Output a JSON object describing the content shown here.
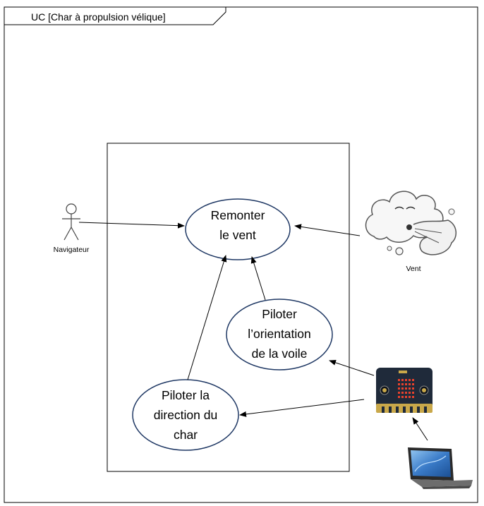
{
  "frame": {
    "title": "UC [Char à propulsion vélique]"
  },
  "use_cases": {
    "remonter": {
      "lines": [
        "Remonter",
        "le vent"
      ]
    },
    "voile": {
      "lines": [
        "Piloter",
        "l’orientation",
        "de la voile"
      ]
    },
    "direction": {
      "lines": [
        "Piloter la",
        "direction du",
        "char"
      ]
    }
  },
  "actors": {
    "navigateur": {
      "label": "Navigateur",
      "icon": "stick-figure-icon"
    },
    "vent": {
      "label": "Vent",
      "icon": "wind-cloud-icon"
    },
    "microbit": {
      "label": "",
      "icon": "microbit-board-icon"
    },
    "laptop": {
      "label": "",
      "icon": "laptop-icon"
    }
  },
  "colors": {
    "line": "#000000",
    "board": "#1f2a3a",
    "board_edge": "#c9a84a",
    "led": "#e8412c",
    "laptop_screen": "#3a7bc8",
    "laptop_body": "#2a2a2a"
  }
}
